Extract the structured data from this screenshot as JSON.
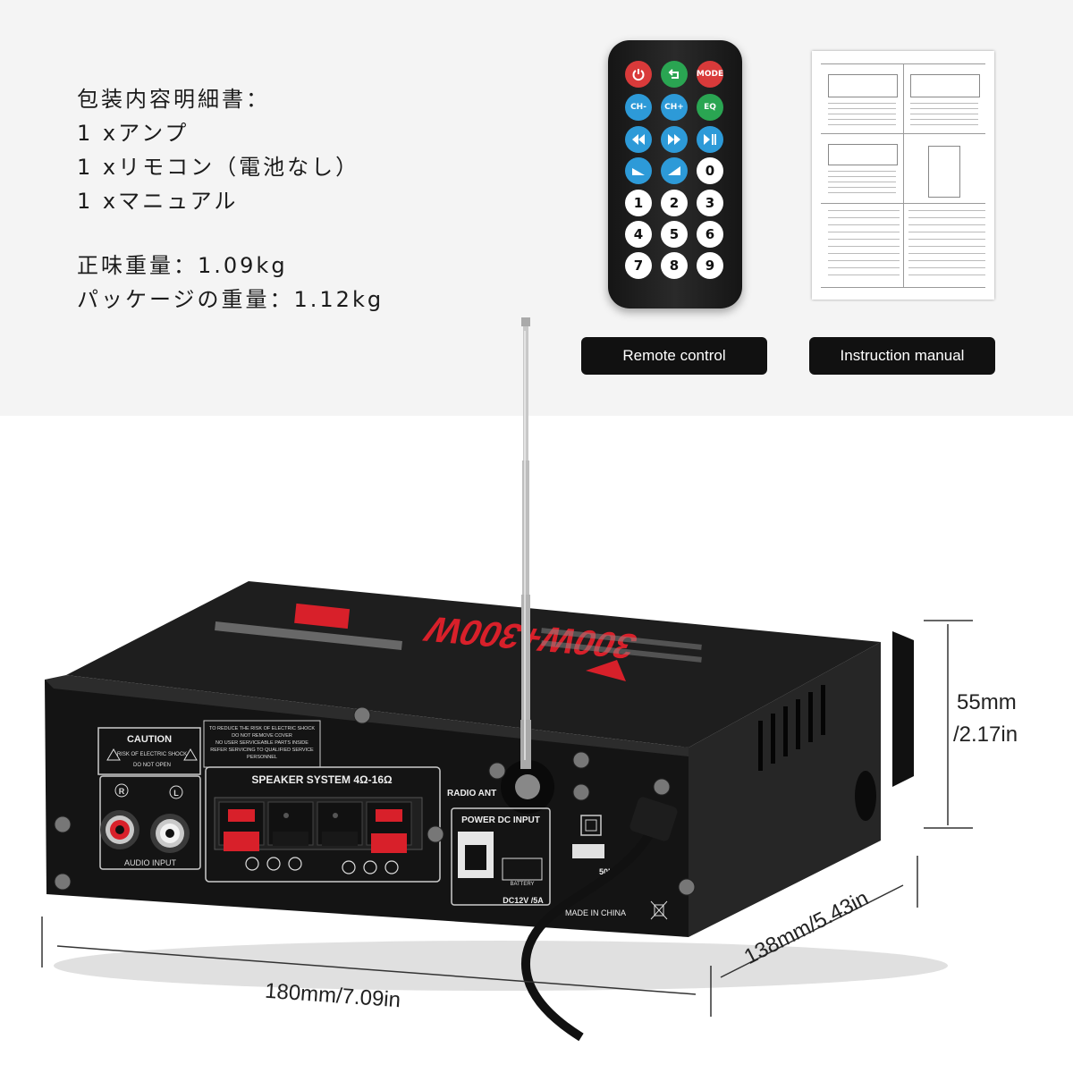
{
  "contents": {
    "title": "包装内容明細書：",
    "items": [
      "1 xアンプ",
      "1 xリモコン（電池なし）",
      "1 xマニュアル"
    ],
    "net_weight": "正味重量：1.09kg",
    "package_weight": "パッケージの重量：1.12kg"
  },
  "captions": {
    "remote": "Remote control",
    "manual": "Instruction manual"
  },
  "remote_buttons": {
    "mode": "MODE",
    "ch_minus": "CH-",
    "ch_plus": "CH+",
    "eq": "EQ",
    "numbers": [
      "0",
      "1",
      "2",
      "3",
      "4",
      "5",
      "6",
      "7",
      "8",
      "9"
    ]
  },
  "dimensions": {
    "height_mm": "55mm",
    "height_in": "/2.17in",
    "width": "180mm/7.09in",
    "depth": "138mm/5.43in"
  },
  "panel_labels": {
    "caution": "CAUTION",
    "caution_line1": "RISK OF ELECTRIC SHOCK",
    "caution_line2": "DO NOT OPEN",
    "warning1": "TO REDUCE THE RISK OF ELECTRIC SHOCK",
    "warning2": "DO NOT REMOVE COVER",
    "warning3": "NO USER SERVICEABLE PARTS INSIDE",
    "warning4": "REFER SERVICING TO QUALIFIED SERVICE",
    "warning5": "PERSONNEL",
    "speaker_system": "SPEAKER SYSTEM 4Ω-16Ω",
    "audio_input": "AUDIO INPUT",
    "r": "R",
    "l": "L",
    "radio_ant": "RADIO ANT",
    "power_dc_input": "POWER DC INPUT",
    "battery": "BATTERY",
    "dc_rating": "DC12V /5A",
    "made_in": "MADE IN CHINA",
    "freq": "50Hz",
    "top_power": "300W+300W"
  },
  "colors": {
    "band": "#f4f4f4",
    "amp_body": "#141414",
    "speaker_red": "#d8202a",
    "caption_bg": "#111111"
  }
}
